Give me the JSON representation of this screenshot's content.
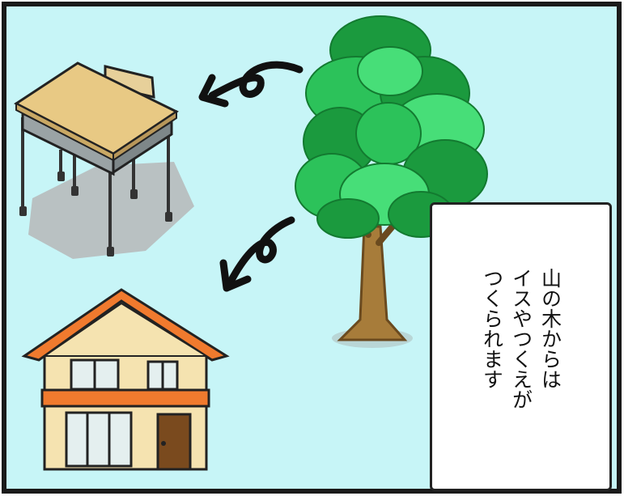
{
  "caption": {
    "text": "山の木からは\nイスやつくえが\nつくられます"
  },
  "colors": {
    "sky": "#c7f5f7",
    "frame": "#1a1a1a",
    "desk_top": "#e8c984",
    "desk_body": "#9aa3a5",
    "shadow": "#b9c1c2",
    "foliage_dark": "#1b9a3e",
    "foliage_mid": "#2cc25a",
    "foliage_light": "#47de78",
    "trunk": "#a77c3a",
    "roof": "#f07a2e",
    "wall": "#f5e3b0",
    "window": "#e4efef",
    "door": "#7a4a1e"
  },
  "icons": [
    "desk-chair-illustration",
    "tree-illustration",
    "house-illustration",
    "curved-arrow-icon"
  ]
}
